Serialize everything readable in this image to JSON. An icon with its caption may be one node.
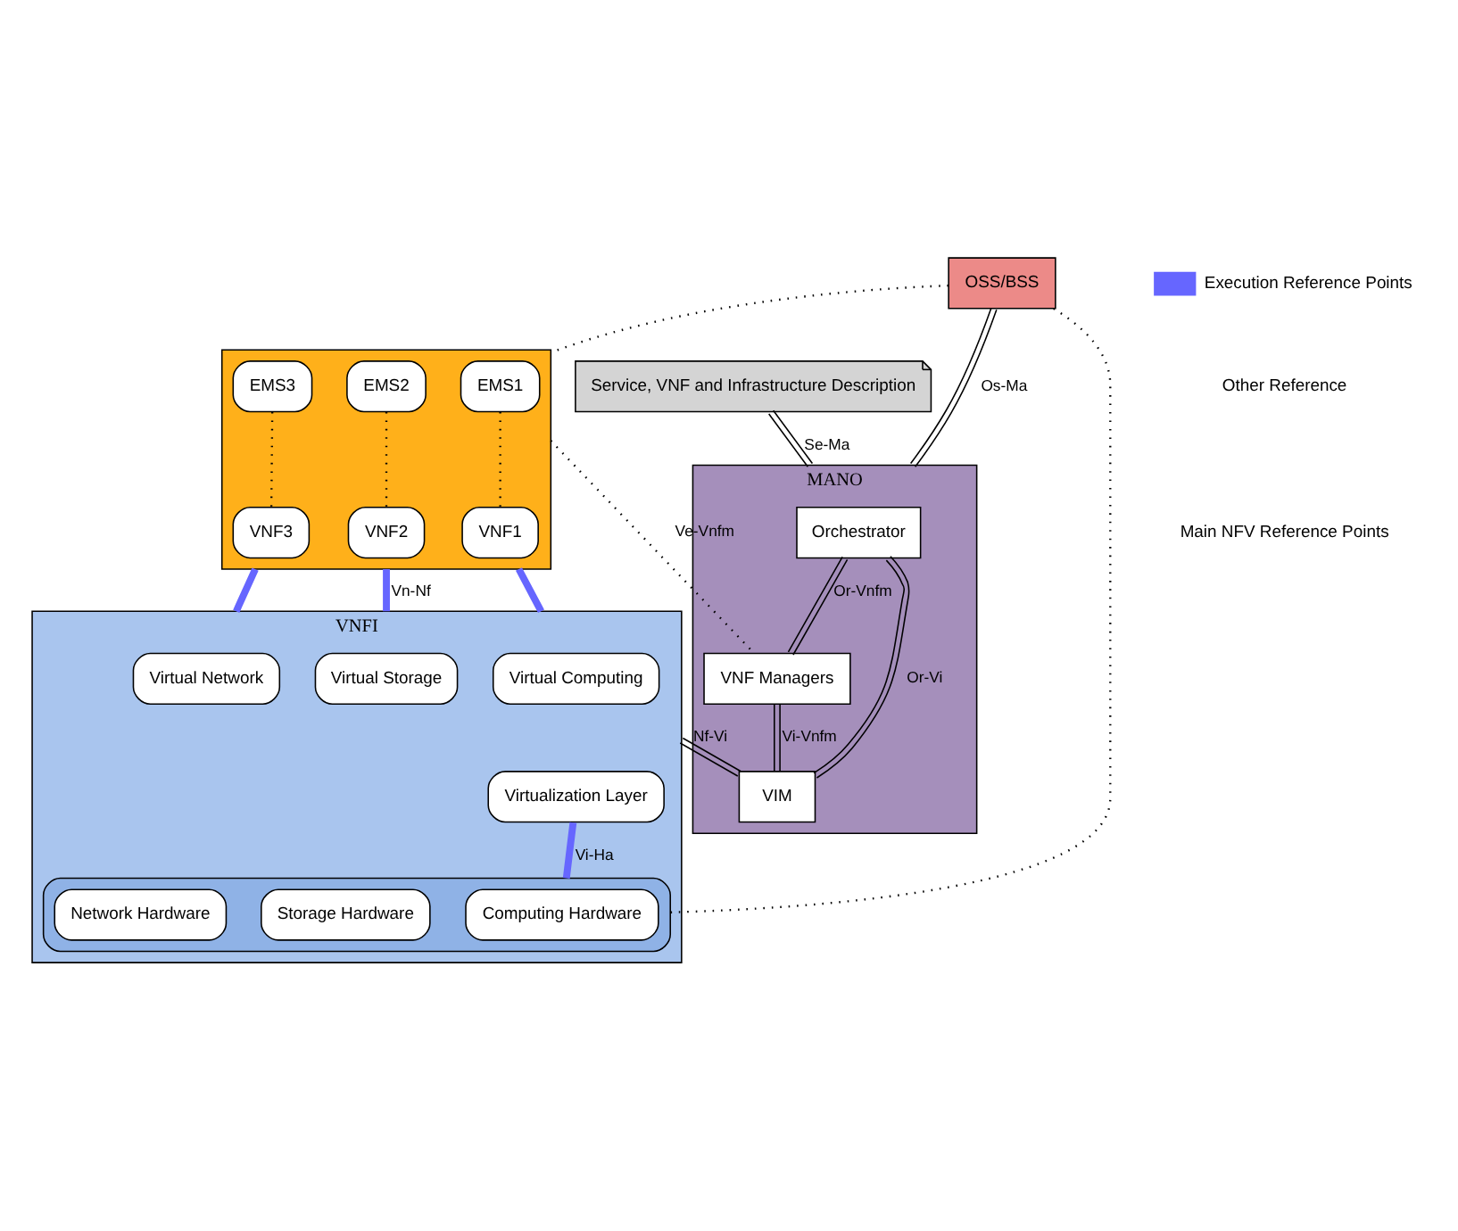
{
  "diagram": {
    "nodes": [
      {
        "text": [
          "OSS/BSS"
        ]
      },
      {
        "text": [
          "Service, VNF and Infrastructure Description"
        ]
      },
      {
        "text": [],
        "shape": "box"
      },
      {
        "text": [
          "EMS1"
        ],
        "in": 2
      },
      {
        "text": [
          "EMS2"
        ],
        "in": 2
      },
      {
        "text": [
          "EMS3"
        ],
        "in": 2
      },
      {
        "text": [
          "VNF1"
        ],
        "in": 2
      },
      {
        "text": [
          "VNF2"
        ],
        "in": 2
      },
      {
        "text": [
          "VNF3"
        ],
        "in": 2
      },
      {
        "text": [
          "VNFI"
        ]
      },
      {
        "text": [
          "Virtual Computing"
        ],
        "in": 9
      },
      {
        "text": [
          "Virtual Storage"
        ],
        "in": 9
      },
      {
        "text": [
          "Virtual Network"
        ],
        "in": 9
      },
      {
        "text": [
          "Virtualization Layer"
        ],
        "in": 9
      },
      {
        "text": [],
        "shape": "box",
        "in": 9
      },
      {
        "text": [
          "Computing Hardware"
        ],
        "in": 14
      },
      {
        "text": [
          "Storage Hardware"
        ],
        "in": 14
      },
      {
        "text": [
          "Network Hardware"
        ],
        "in": 14
      },
      {
        "text": [
          "MANO"
        ]
      },
      {
        "text": [
          "Orchestrator"
        ],
        "in": 18
      },
      {
        "text": [
          "VNF Managers"
        ],
        "in": 18
      },
      {
        "text": [
          "VIM"
        ],
        "in": 18
      }
    ],
    "edges": [
      {
        "from": 0,
        "to": 18,
        "arrow": "none",
        "label": "Os-Ma"
      },
      {
        "from": 1,
        "to": 18,
        "arrow": "none",
        "label": "Se-Ma"
      },
      {
        "from": 0,
        "to": 2,
        "arrow": "none",
        "style": "dashed"
      },
      {
        "from": 0,
        "to": 14,
        "arrow": "none",
        "style": "dashed"
      },
      {
        "from": 3,
        "to": 6,
        "arrow": "none",
        "style": "dashed"
      },
      {
        "from": 4,
        "to": 7,
        "arrow": "none",
        "style": "dashed"
      },
      {
        "from": 5,
        "to": 8,
        "arrow": "none",
        "style": "dashed"
      },
      {
        "from": 2,
        "to": 20,
        "arrow": "none",
        "style": "dashed",
        "label": "Ve-Vnfm"
      },
      {
        "from": 2,
        "to": 9,
        "arrow": "none",
        "style": "thick",
        "color": "#6666ff"
      },
      {
        "from": 2,
        "to": 9,
        "arrow": "none",
        "style": "thick",
        "color": "#6666ff",
        "label": "Vn-Nf"
      },
      {
        "from": 2,
        "to": 9,
        "arrow": "none",
        "style": "thick",
        "color": "#6666ff"
      },
      {
        "from": 13,
        "to": 14,
        "arrow": "none",
        "style": "thick",
        "color": "#6666ff",
        "label": "Vi-Ha"
      },
      {
        "from": 9,
        "to": 21,
        "arrow": "none",
        "label": "Nf-Vi"
      },
      {
        "from": 19,
        "to": 20,
        "arrow": "none",
        "label": "Or-Vnfm"
      },
      {
        "from": 20,
        "to": 21,
        "arrow": "none",
        "label": "Vi-Vnfm"
      },
      {
        "from": 19,
        "to": 21,
        "arrow": "none",
        "label": "Or-Vi"
      }
    ],
    "legend": [
      {
        "text": "Execution Reference Points",
        "color": "#6666ff"
      },
      {
        "text": "Other Reference"
      },
      {
        "text": "Main NFV Reference Points"
      }
    ]
  }
}
